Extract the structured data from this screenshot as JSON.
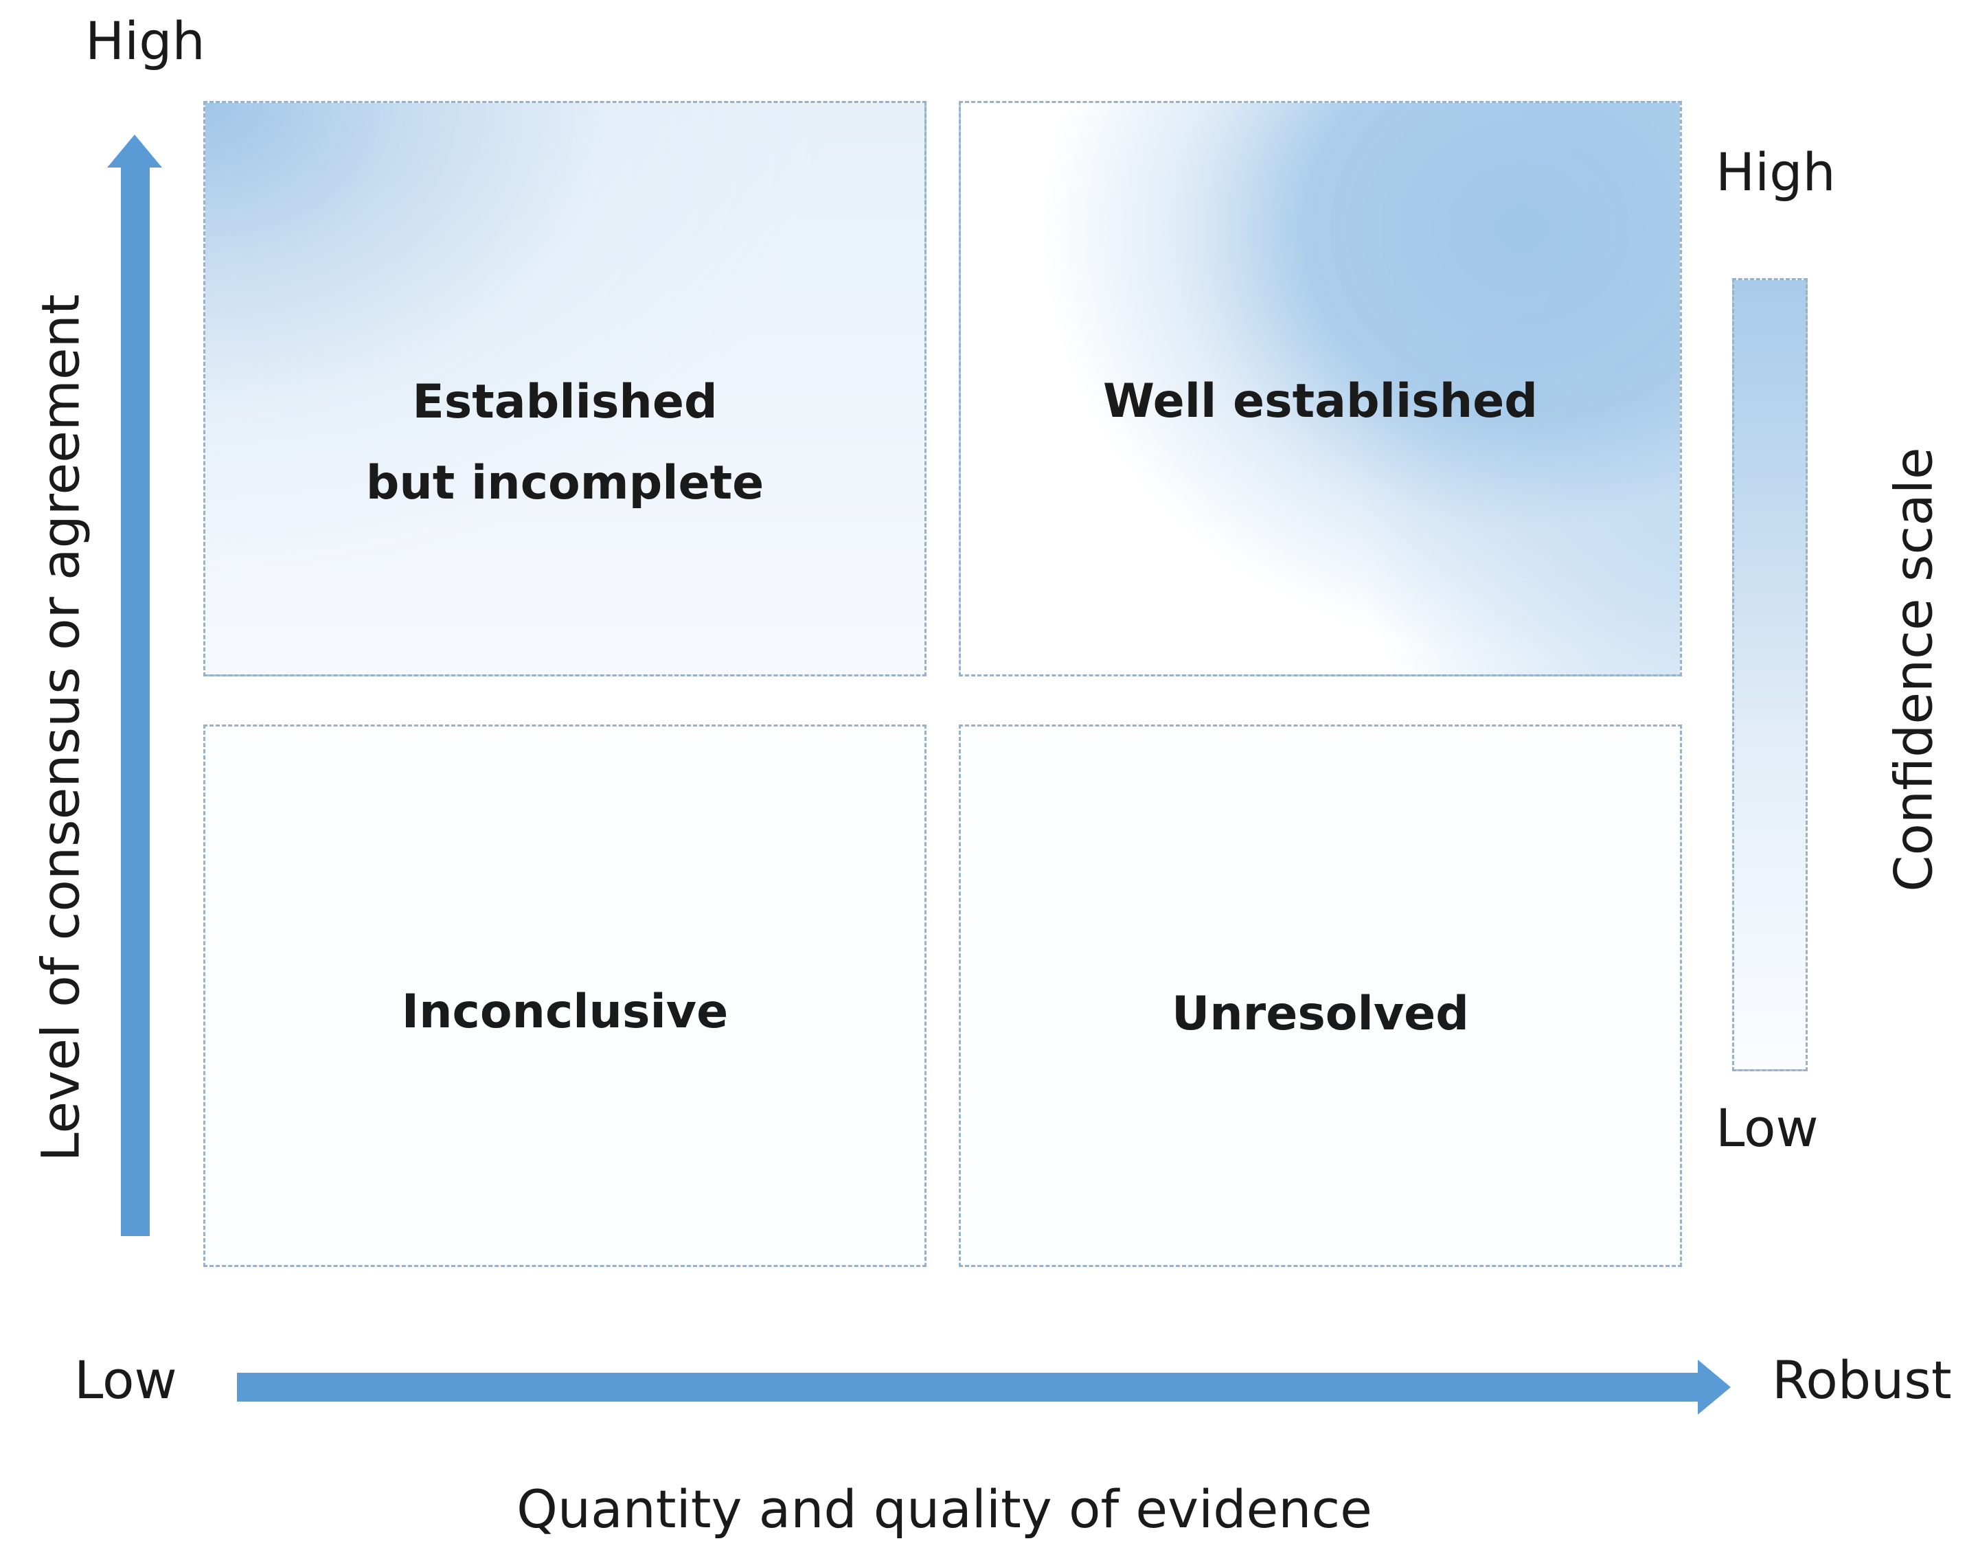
{
  "y_axis": {
    "title": "Level of consensus or agreement",
    "high_label": "High",
    "arrow_color": "#5b9bd5"
  },
  "x_axis": {
    "title": "Quantity and quality of evidence",
    "low_label": "Low",
    "high_label": "Robust",
    "arrow_color": "#5b9bd5"
  },
  "quadrants": {
    "top_left": {
      "line1": "Established",
      "line2": "but incomplete"
    },
    "top_right": {
      "label": "Well established"
    },
    "bottom_left": {
      "label": "Inconclusive"
    },
    "bottom_right": {
      "label": "Unresolved"
    }
  },
  "confidence_scale": {
    "title": "Confidence scale",
    "high_label": "High",
    "low_label": "Low",
    "top_color": "#a9cbea",
    "bottom_color": "#fbfdff"
  }
}
